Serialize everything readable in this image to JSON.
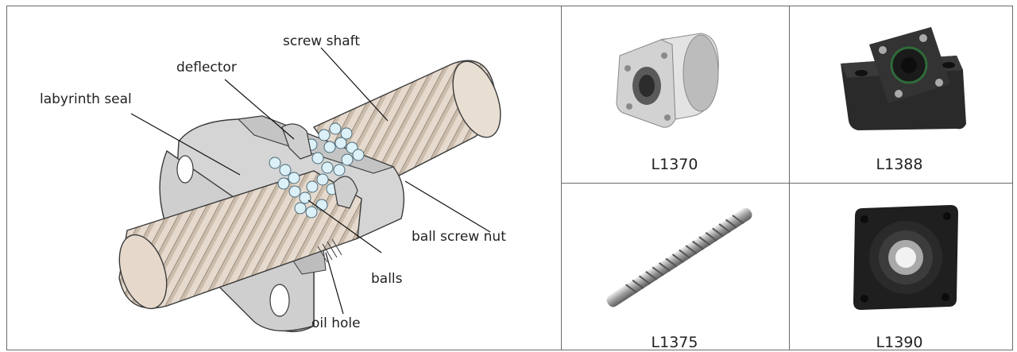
{
  "diagram": {
    "labels": {
      "screw_shaft": "screw shaft",
      "deflector": "deflector",
      "labyrinth_seal": "labyrinth seal",
      "ball_screw_nut": "ball screw nut",
      "balls": "balls",
      "oil_hole": "oil hole"
    }
  },
  "products": [
    {
      "code": "L1370",
      "icon": "flanged-nut-icon"
    },
    {
      "code": "L1388",
      "icon": "support-block-icon"
    },
    {
      "code": "L1375",
      "icon": "ball-screw-shaft-icon"
    },
    {
      "code": "L1390",
      "icon": "flange-bearing-unit-icon"
    }
  ],
  "colors": {
    "border": "#6a6a6a",
    "thread": "#e4d8ca",
    "body": "#d6d6d6",
    "ball": "#d8eef6"
  }
}
